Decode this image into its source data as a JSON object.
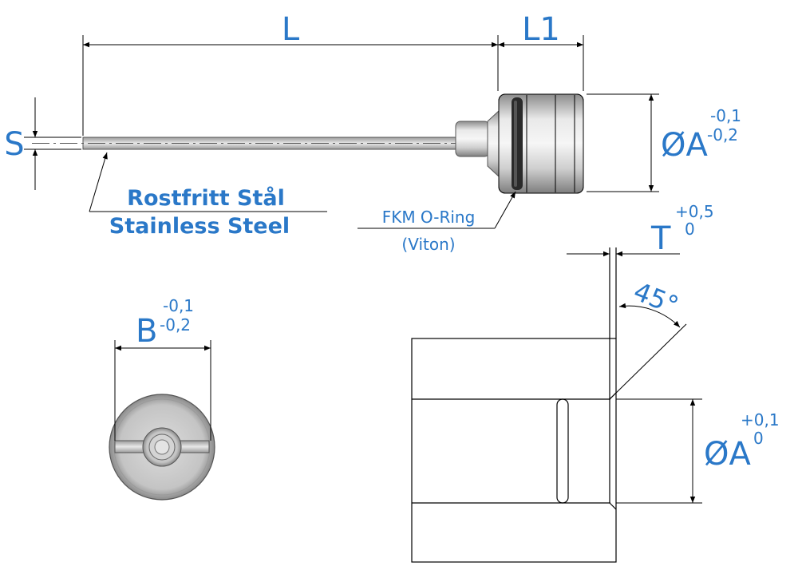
{
  "dimensions": {
    "L": "L",
    "L1": "L1",
    "S": "S",
    "dia_A_top": "ØA",
    "dia_A_top_tol_upper": "-0,1",
    "dia_A_top_tol_lower": "-0,2",
    "B": "B",
    "B_tol_upper": "-0,1",
    "B_tol_lower": "-0,2",
    "T": "T",
    "T_tol_upper": "+0,5",
    "T_tol_lower": "0",
    "angle": "45°",
    "dia_A_bottom": "ØA",
    "dia_A_bottom_tol_upper": "+0,1",
    "dia_A_bottom_tol_lower": "0"
  },
  "labels": {
    "material_line1": "Rostfritt Stål",
    "material_line2": "Stainless Steel",
    "oring_line1": "FKM O-Ring",
    "oring_line2": "(Viton)"
  },
  "colors": {
    "dimension_text": "#2a78c8",
    "steel_light": "#e6e6e6",
    "steel_dark": "#8a8a8a",
    "oring": "#2a2a2a"
  }
}
